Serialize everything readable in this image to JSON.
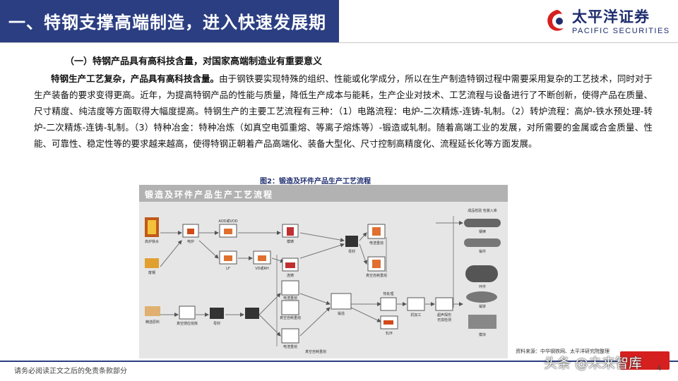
{
  "header": {
    "title": "一、特钢支撑高端制造，进入快速发展期",
    "logo_name": "太平洋证券",
    "logo_sub": "PACIFIC SECURITIES"
  },
  "section": {
    "heading": "（一）特钢产品具有高科技含量，对国家高端制造业有重要意义",
    "lead": "特钢生产工艺复杂，产品具有高科技含量。",
    "body": "由于钢铁要实现特殊的组织、性能或化学成分，所以在生产制造特钢过程中需要采用复杂的工艺技术，同时对于生产装备的要求变得更高。近年，为提高特钢产品的性能与质量，降低生产成本与能耗，生产企业对技术、工艺流程与设备进行了不断创新，使得产品在质量、尺寸精度、纯洁度等方面取得大幅度提高。特钢生产的主要工艺流程有三种：（1）电路流程：电炉-二次精炼-连铸-轧制。（2）转炉流程：高炉-铁水预处理-转炉-二次精炼-连铸-轧制。（3）特种冶金：特种冶炼（如真空电弧重熔、等离子熔炼等）-锻造或轧制。随着高端工业的发展，对所需要的金属或合金质量、性能、可靠性、稳定性等的要求越来越高，使得特钢正朝着产品高端化、装备大型化、尺寸控制高精度化、流程延长化等方面发展。"
  },
  "figure": {
    "caption": "图2：锻造及环件产品生产工艺流程",
    "inner_title": "锻造及环件产品生产工艺流程",
    "labels": {
      "blast_furnace": "高炉铁水",
      "scrap": "废钢",
      "raw_material": "精选原料",
      "eaf": "电炉",
      "aod_vod": "AOD或VOD",
      "lf": "LF",
      "vd_rh": "VD或RH",
      "ingot": "模铸",
      "ccast": "连铸",
      "esr_top": "电渣重熔",
      "var_top": "真空自耗重熔",
      "mother": "母材",
      "vim": "真空感应熔炼",
      "mother2": "母材",
      "esr_mid": "电渣重熔",
      "var_mid": "真空自耗重熔",
      "esr_bot": "电渣重熔",
      "var_bot": "真空自耗重熔",
      "forge": "锻造",
      "heat": "热处理",
      "roll": "轧环",
      "machining": "机加工",
      "inspect": "超声探伤",
      "ndt": "无损检测",
      "product": "成品检验 包装入库",
      "p_bar": "钢棒",
      "p_shaft": "锻件",
      "p_ring": "环件",
      "p_block": "模块",
      "p_cake": "锻饼"
    }
  },
  "source": "资料来源：中华钢铁网、太平洋研究院整理",
  "footer": {
    "disclaimer": "请务必阅读正文之后的免责条款部分",
    "watermark": "头条 @未来智库",
    "page": "4"
  },
  "colors": {
    "brand": "#2b3e82",
    "accent": "#d61f1f"
  }
}
